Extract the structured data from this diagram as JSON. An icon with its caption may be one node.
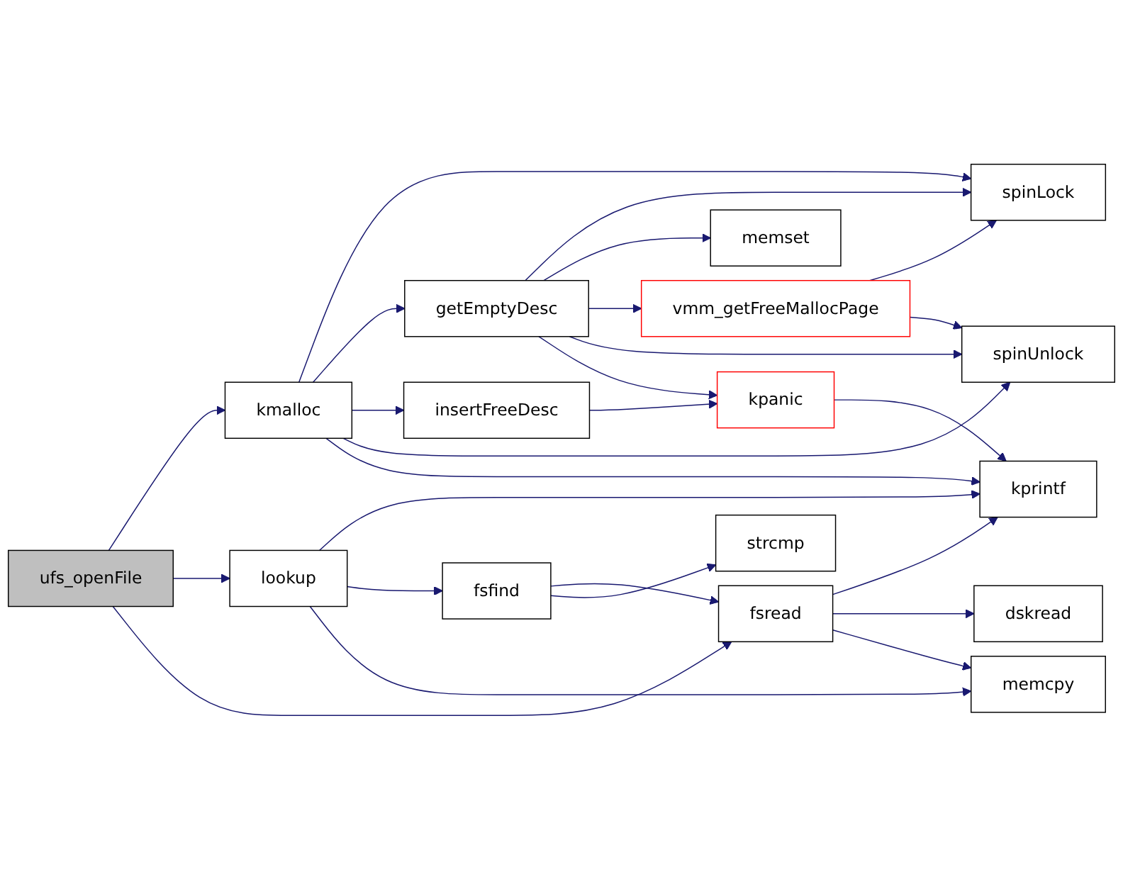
{
  "diagram": {
    "nodes": [
      {
        "text": [
          "ufs_openFile"
        ]
      },
      {
        "text": [
          "kmalloc"
        ]
      },
      {
        "text": [
          "lookup"
        ]
      },
      {
        "text": [
          "getEmptyDesc"
        ]
      },
      {
        "text": [
          "insertFreeDesc"
        ]
      },
      {
        "text": [
          "fsfind"
        ]
      },
      {
        "text": [
          "memset"
        ]
      },
      {
        "text": [
          "vmm_getFreeMallocPage"
        ]
      },
      {
        "text": [
          "kpanic"
        ]
      },
      {
        "text": [
          "fsread"
        ]
      },
      {
        "text": [
          "strcmp"
        ]
      },
      {
        "text": [
          "spinLock"
        ]
      },
      {
        "text": [
          "spinUnlock"
        ]
      },
      {
        "text": [
          "kprintf"
        ]
      },
      {
        "text": [
          "dskread"
        ]
      },
      {
        "text": [
          "memcpy"
        ]
      }
    ],
    "edges": [
      {
        "from": 0,
        "to": 1,
        "arrow": "to"
      },
      {
        "from": 0,
        "to": 2,
        "arrow": "to"
      },
      {
        "from": 0,
        "to": 9,
        "arrow": "to"
      },
      {
        "from": 1,
        "to": 11,
        "arrow": "to"
      },
      {
        "from": 1,
        "to": 3,
        "arrow": "to"
      },
      {
        "from": 1,
        "to": 4,
        "arrow": "to"
      },
      {
        "from": 1,
        "to": 12,
        "arrow": "to"
      },
      {
        "from": 1,
        "to": 13,
        "arrow": "to"
      },
      {
        "from": 3,
        "to": 11,
        "arrow": "to"
      },
      {
        "from": 3,
        "to": 6,
        "arrow": "to"
      },
      {
        "from": 3,
        "to": 7,
        "arrow": "to"
      },
      {
        "from": 3,
        "to": 12,
        "arrow": "to"
      },
      {
        "from": 3,
        "to": 8,
        "arrow": "to"
      },
      {
        "from": 7,
        "to": 11,
        "arrow": "to"
      },
      {
        "from": 7,
        "to": 12,
        "arrow": "to"
      },
      {
        "from": 4,
        "to": 8,
        "arrow": "to"
      },
      {
        "from": 8,
        "to": 13,
        "arrow": "to"
      },
      {
        "from": 2,
        "to": 13,
        "arrow": "to"
      },
      {
        "from": 2,
        "to": 5,
        "arrow": "to"
      },
      {
        "from": 2,
        "to": 15,
        "arrow": "to"
      },
      {
        "from": 5,
        "to": 9,
        "arrow": "to"
      },
      {
        "from": 5,
        "to": 10,
        "arrow": "to"
      },
      {
        "from": 9,
        "to": 13,
        "arrow": "to"
      },
      {
        "from": 9,
        "to": 14,
        "arrow": "to"
      },
      {
        "from": 9,
        "to": 15,
        "arrow": "to"
      }
    ]
  }
}
